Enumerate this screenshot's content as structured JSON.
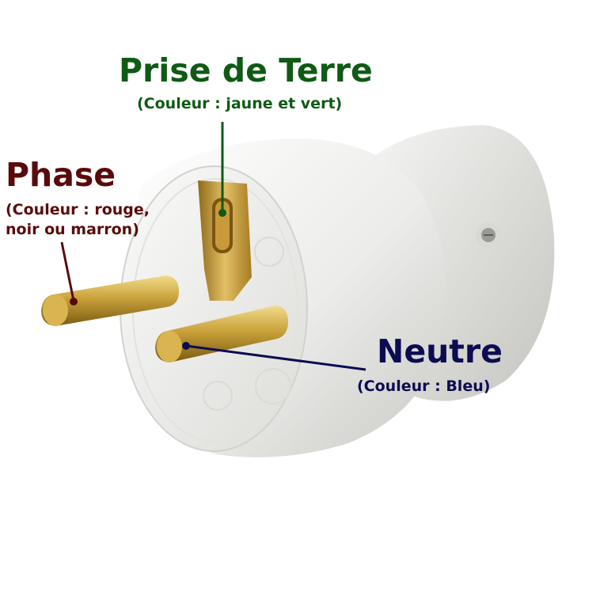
{
  "labels": {
    "terre": {
      "title": "Prise de Terre",
      "subtitle": "(Couleur : jaune et vert)",
      "color": "#0f5a14"
    },
    "phase": {
      "title": "Phase",
      "subtitle": "(Couleur : rouge,\nnoir ou marron)",
      "color": "#5a0a0a"
    },
    "neutre": {
      "title": "Neutre",
      "subtitle": "(Couleur : Bleu)",
      "color": "#0c0c52"
    }
  },
  "colors": {
    "plug_body": "#ececea",
    "brass": "#c9a23a"
  },
  "illustration": "white french electrical plug with two brass pins and ground contact"
}
